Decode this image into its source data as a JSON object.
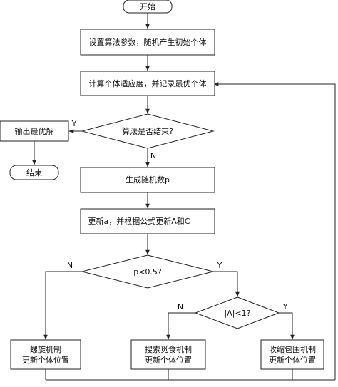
{
  "nodes": {
    "start": "开始",
    "init": "设置算法参数，随机产生初始个体",
    "fitness": "计算个体适应度，并记录最优个体",
    "end_check": "算法是否结束?",
    "output": "输出最优解",
    "finish": "结束",
    "random": "生成随机数p",
    "update": "更新a，并根据公式更新A和C",
    "p_check": "p<0.5?",
    "a_check": "|A|<1?",
    "spiral_1": "螺旋机制",
    "spiral_2": "更新个体位置",
    "search_1": "搜索觅食机制",
    "search_2": "更新个体位置",
    "encircle_1": "收缩包围机制",
    "encircle_2": "更新个体位置"
  },
  "edge_labels": {
    "end_yes": "Y",
    "end_no": "N",
    "p_no": "N",
    "p_yes": "Y",
    "a_no": "N",
    "a_yes": "Y"
  }
}
